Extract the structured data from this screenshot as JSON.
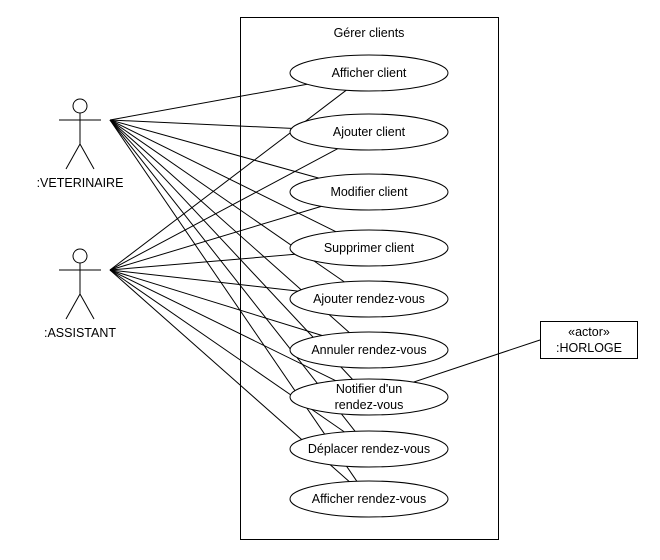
{
  "diagram": {
    "system": {
      "title": "Gérer clients"
    },
    "actors": [
      {
        "id": "veterinaire",
        "label": ":VETERINAIRE"
      },
      {
        "id": "assistant",
        "label": ":ASSISTANT"
      }
    ],
    "external_actor": {
      "id": "horloge",
      "stereotype": "«actor»",
      "label": ":HORLOGE"
    },
    "use_cases": [
      {
        "id": "uc1",
        "lines": [
          "Afficher client"
        ]
      },
      {
        "id": "uc2",
        "lines": [
          "Ajouter client"
        ]
      },
      {
        "id": "uc3",
        "lines": [
          "Modifier client"
        ]
      },
      {
        "id": "uc4",
        "lines": [
          "Supprimer client"
        ]
      },
      {
        "id": "uc5",
        "lines": [
          "Ajouter rendez-vous"
        ]
      },
      {
        "id": "uc6",
        "lines": [
          "Annuler rendez-vous"
        ]
      },
      {
        "id": "uc7",
        "lines": [
          "Notifier d'un",
          "rendez-vous"
        ]
      },
      {
        "id": "uc8",
        "lines": [
          "Déplacer rendez-vous"
        ]
      },
      {
        "id": "uc9",
        "lines": [
          "Afficher rendez-vous"
        ]
      }
    ],
    "associations": [
      {
        "from": "veterinaire",
        "to": "uc1"
      },
      {
        "from": "veterinaire",
        "to": "uc2"
      },
      {
        "from": "veterinaire",
        "to": "uc3"
      },
      {
        "from": "veterinaire",
        "to": "uc4"
      },
      {
        "from": "veterinaire",
        "to": "uc5"
      },
      {
        "from": "veterinaire",
        "to": "uc6"
      },
      {
        "from": "veterinaire",
        "to": "uc7"
      },
      {
        "from": "veterinaire",
        "to": "uc8"
      },
      {
        "from": "veterinaire",
        "to": "uc9"
      },
      {
        "from": "assistant",
        "to": "uc1"
      },
      {
        "from": "assistant",
        "to": "uc2"
      },
      {
        "from": "assistant",
        "to": "uc3"
      },
      {
        "from": "assistant",
        "to": "uc4"
      },
      {
        "from": "assistant",
        "to": "uc5"
      },
      {
        "from": "assistant",
        "to": "uc6"
      },
      {
        "from": "assistant",
        "to": "uc7"
      },
      {
        "from": "assistant",
        "to": "uc8"
      },
      {
        "from": "assistant",
        "to": "uc9"
      },
      {
        "from": "horloge",
        "to": "uc7"
      }
    ]
  }
}
